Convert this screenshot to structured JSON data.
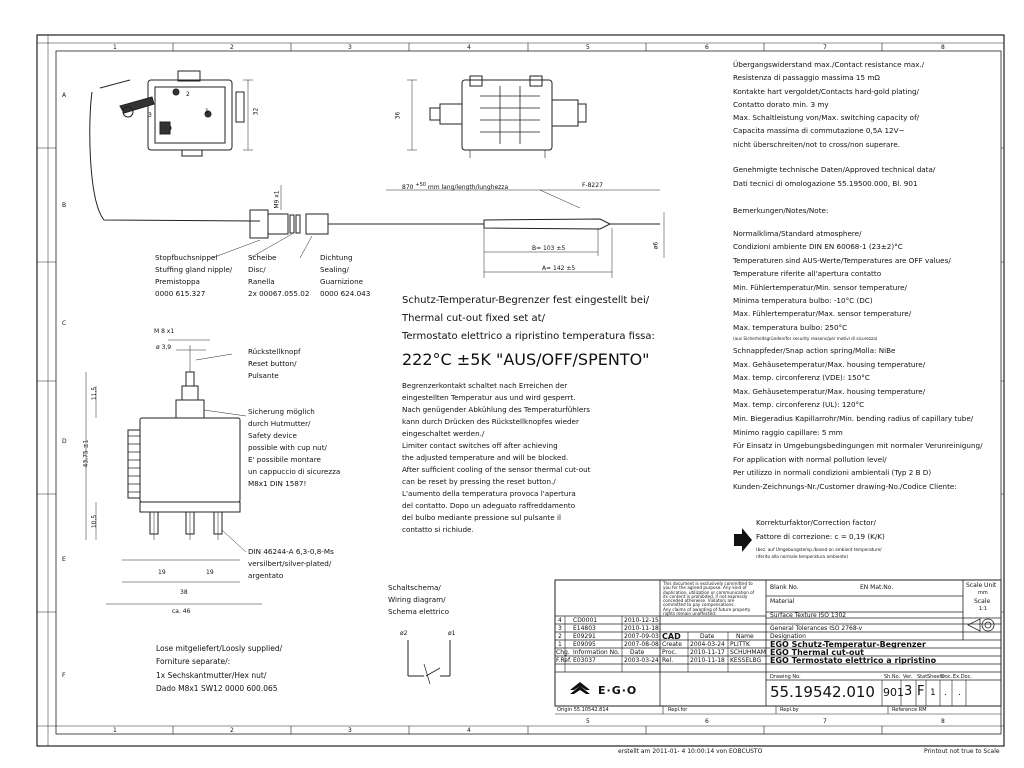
{
  "grid": {
    "columns": [
      "1",
      "2",
      "3",
      "4",
      "5",
      "6",
      "7",
      "8"
    ],
    "rows": [
      "A",
      "B",
      "C",
      "D",
      "E",
      "F"
    ]
  },
  "dims": {
    "d32": "32",
    "d36": "36",
    "m9": "M9 x1",
    "cap_len_prefix": "870",
    "cap_len_tol": "+50",
    "cap_len_text": "mm lang/length/lunghezza",
    "f8227": "F-8227",
    "b103": "B= 103 ±5",
    "a142": "A= 142 ±5",
    "phi6": "ø6",
    "m8": "M 8 x1",
    "phi39": "ø 3,9",
    "d115": "11,5",
    "d4375": "43,75 ±1",
    "d105": "10,5",
    "d19a": "19",
    "d19b": "19",
    "d38": "38",
    "ca46": "ca. 46",
    "tab1": "1",
    "tab2": "2",
    "tab3": "3"
  },
  "labels": {
    "gland": [
      "Stopfbuchsnippel",
      "Stuffing gland nipple/",
      "Premistoppa",
      "0000 615.327"
    ],
    "disc": [
      "Scheibe",
      "Disc/",
      "Ranella",
      "2x 00067.055.02"
    ],
    "seal": [
      "Dichtung",
      "Sealing/",
      "Guarnizione",
      "0000 624.043"
    ],
    "reset": [
      "Rückstellknopf",
      "Reset button/",
      "Pulsante"
    ],
    "safety": [
      "Sicherung möglich",
      "durch Hutmutter/",
      "Safety device",
      "possible with cup nut/",
      "E' possibile montare",
      "un cappuccio di sicurezza",
      "M8x1 DIN 1587!"
    ],
    "din": [
      "DIN 46244-A 6,3-0,8-Ms",
      "versilbert/silver-plated/",
      "argentato"
    ],
    "loose": [
      "Lose mitgeliefert/Loosly supplied/",
      "Forniture separate/:",
      "1x Sechskantmutter/Hex nut/",
      "Dado M8x1 SW12 0000 600.065"
    ],
    "wiring": [
      "Schaltschema/",
      "Wiring diagram/",
      "Schema elettrico"
    ],
    "w_phi2": "ø2",
    "w_phi1": "ø1"
  },
  "center": {
    "heading": [
      "Schutz-Temperatur-Begrenzer fest eingestellt bei/",
      "Thermal cut-out fixed set at/",
      "Termostato elettrico a ripristino temperatura fissa:"
    ],
    "setpoint": "222°C ±5K \"AUS/OFF/SPENTO\"",
    "para": [
      "Begrenzerkontakt schaltet nach Erreichen der",
      "eingestellten Temperatur aus und wird gesperrt.",
      "Nach genügender Abkühlung des Temperaturfühlers",
      "kann durch Drücken des Rückstellknopfes wieder",
      "eingeschaltet werden./",
      "Limiter contact switches off after achieving",
      "the adjusted temperature and will be blocked.",
      "After sufficient cooling of the sensor thermal cut-out",
      "can be reset by pressing the reset button./",
      "L'aumento della temperatura provoca l'apertura",
      "del contatto. Dopo un adeguato raffreddamento",
      "del bulbo mediante pressione sul pulsante il",
      "contatto si richiude."
    ]
  },
  "right": {
    "contact": [
      "Übergangswiderstand max./Contact resistance max./",
      "Resistenza di passaggio massima 15 mΩ",
      "Kontakte hart vergoldet/Contacts hard-gold plating/",
      "Contatto dorato min. 3 my",
      "Max. Schaltleistung von/Max. switching capacity of/",
      "Capacita massima di commutazione 0,5A 12V~",
      "nicht überschreiten/not to cross/non superare."
    ],
    "approved": [
      "Genehmigte technische Daten/Approved technical data/",
      "Dati tecnici di omologazione 55.19500.000, Bl. 901"
    ],
    "notes_title": "Bemerkungen/Notes/Note:",
    "notes": [
      "Normalklima/Standard atmosphere/",
      "Condizioni ambiente DIN EN 60068-1 (23±2)°C",
      "Temperaturen sind AUS-Werte/Temperatures are OFF values/",
      "Temperature riferite all'apertura contatto",
      "Min. Fühlertemperatur/Min. sensor temperature/",
      "Minima temperatura bulbo:  -10°C (DC)",
      "Max. Fühlertemperatur/Max. sensor temperature/",
      "Max. temperatura bulbo:  250°C"
    ],
    "security_note": "(aus Sicherheitsgründen/for security reasons/per motivi di sicurezza)",
    "notes2": [
      "Schnappfeder/Snap action spring/Molla: NiBe",
      "Max. Gehäusetemperatur/Max. housing temperature/",
      "Max. temp. circonferenz (VDE): 150°C",
      "Max. Gehäusetemperatur/Max. housing temperature/",
      "Max. temp. circonferenz (UL):  120°C",
      "Min. Biegeradius Kapillarrohr/Min. bending radius of capillary tube/",
      "Minimo raggio capillare: 5 mm",
      "Für Einsatz in Umgebungsbedingungen mit normaler Verunreinigung/",
      "For application with normal pollution level/",
      "Per utilizzo in normali condizioni ambientali (Typ 2 B D)",
      "Kunden-Zeichnungs-Nr./Customer drawing-No./Codice Cliente:"
    ],
    "correction": [
      "Korrekturfaktor/Correction factor/",
      "Fattore di correzione: c = 0,19 (K/K)"
    ],
    "correction_small": [
      "(bez. auf Umgebungstemp./based on ambient temperature/",
      "riferito alla normale temperatura ambiente)"
    ]
  },
  "titleblock": {
    "revisions": [
      {
        "no": "4",
        "info": "CD0001",
        "date": "2010-12-15"
      },
      {
        "no": "3",
        "info": "E14803",
        "date": "2010-11-18"
      },
      {
        "no": "2",
        "info": "E09291",
        "date": "2007-09-03"
      },
      {
        "no": "1",
        "info": "E09095",
        "date": "2007-08-08"
      }
    ],
    "rev_head": {
      "no": "Chg.",
      "info": "Information No.",
      "date": "Date"
    },
    "fref_label": "F.Ref.",
    "fref_value": "E03037",
    "fref_date": "2003-03-24",
    "cad": {
      "label": "CAD",
      "date_h": "Date",
      "name_h": "Name"
    },
    "created": {
      "label": "Create",
      "date": "2004-03-24",
      "name": "PLITTK"
    },
    "proc": {
      "label": "Proc.",
      "date": "2010-11-17",
      "name": "SCHUHMAM"
    },
    "rel": {
      "label": "Rel.",
      "date": "2010-11-18",
      "name": "KESSELBG"
    },
    "copyright": [
      "This document is exclusively committed to",
      "you for the agreed purpose. Any kind of",
      "duplication, utilization or communication of",
      "its content is prohibited, if not expressly",
      "conceded otherwise. Violators are",
      "committed to pay compensations.",
      "Any claims of awarding of future property",
      "rights remain unaffected."
    ],
    "blank_no": "Blank No.",
    "en_mat": "EN Mat.No.",
    "material": "Material",
    "surface": "Surface Texture ISO 1302",
    "tolerances": "General Tolerances  ISO 2768-v",
    "designation": "Designation",
    "title1": "EGO Schutz-Temperatur-Begrenzer",
    "title2": "EGO Thermal cut-out",
    "title3": "EGO Termostato elettrico a ripristino",
    "drawing_label": "Drawing No.",
    "drawing_no": "55.19542.010",
    "sh_label": "Sh.No.",
    "sh_value": "901",
    "ver_label": "Ver.",
    "ver_value": "3",
    "stat_label": "Stat.",
    "stat_value": "F",
    "sheets_label": "Sheets",
    "sheets_value": "1",
    "doc_label": "Doc.",
    "doc_value": ".",
    "exdoc_label": "Ex.Doc.",
    "exdoc_value": ".",
    "scale_unit_label": "Scale Unit",
    "scale_unit_value": "mm",
    "scale_label": "Scale",
    "scale_value": "1:1",
    "logo": "E·G·O",
    "origin": "Origin 55.10542.814",
    "repl_for": "Repl.for",
    "repl_by": "Repl.by",
    "reference": "Reference RM"
  },
  "footer": {
    "created": "erstellt am 2011-01- 4 10:00:14 von EOBCUSTO",
    "note": "Printout not true to Scale"
  }
}
